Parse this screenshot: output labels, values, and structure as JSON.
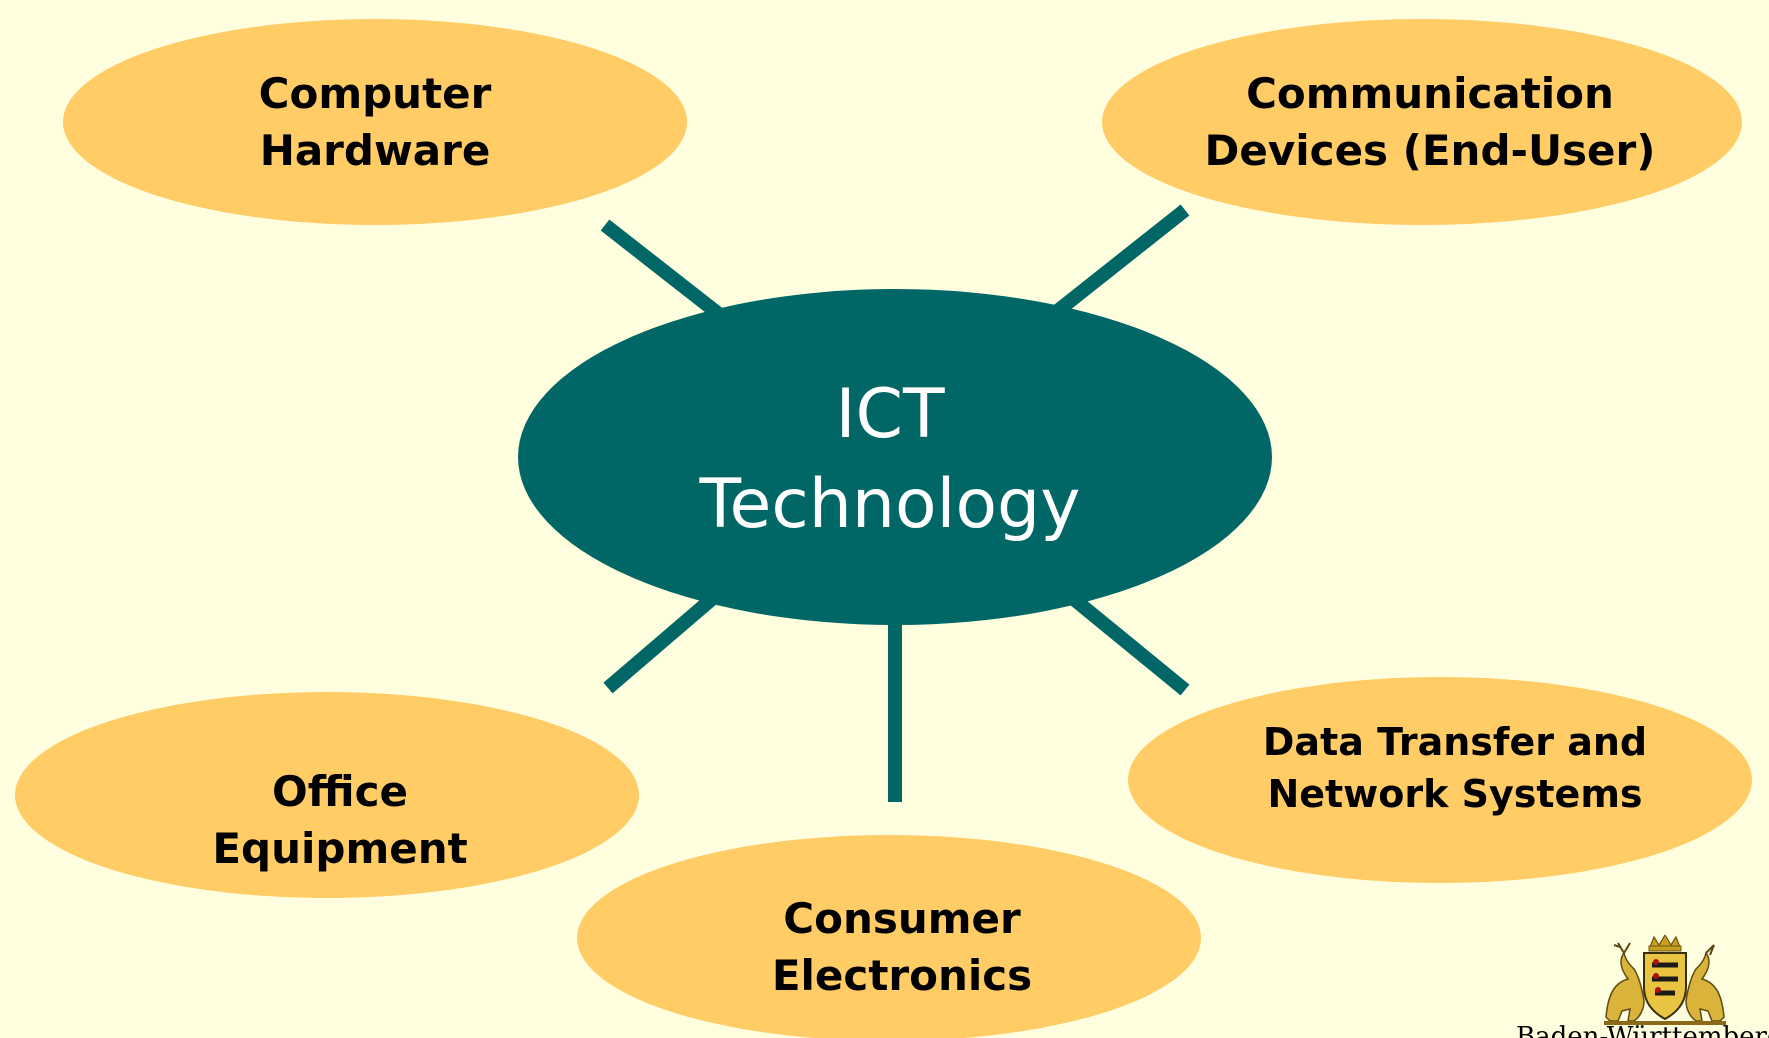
{
  "diagram": {
    "center": {
      "line1": "ICT",
      "line2": "Technology"
    },
    "nodes": {
      "computer_hardware": {
        "line1": "Computer",
        "line2": "Hardware"
      },
      "communication_devices": {
        "line1": "Communication",
        "line2": "Devices (End-User)"
      },
      "office_equipment": {
        "line1": "Office",
        "line2": "Equipment"
      },
      "consumer_electronics": {
        "line1": "Consumer",
        "line2": "Electronics"
      },
      "data_transfer": {
        "line1": "Data Transfer and",
        "line2": "Network Systems"
      }
    },
    "colors": {
      "background": "#FFFFE0",
      "hub": "#006666",
      "spokes": "#006666",
      "nodes": "#FFCC66",
      "node_text": "#000000",
      "hub_text": "#FFFFFF"
    }
  },
  "footer": {
    "logo": "coat-of-arms-icon",
    "crest_text": "Baden-Württemberg"
  }
}
